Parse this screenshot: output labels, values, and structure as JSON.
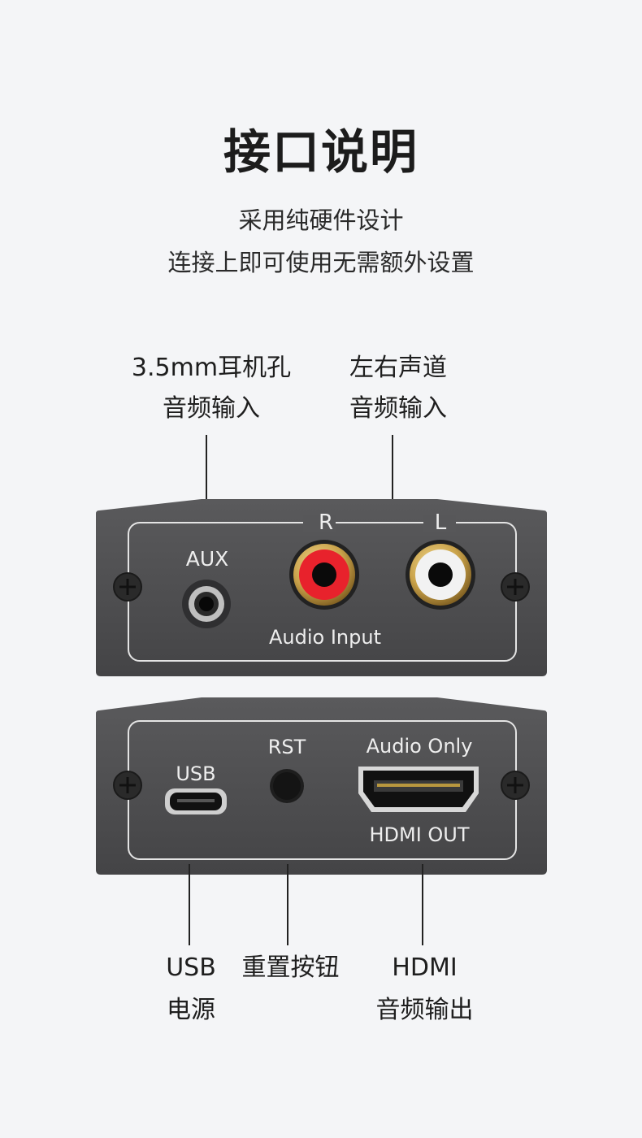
{
  "header": {
    "title": "接口说明",
    "subtitle_line1": "采用纯硬件设计",
    "subtitle_line2": "连接上即可使用无需额外设置"
  },
  "top_callouts": {
    "aux": {
      "line1": "3.5mm耳机孔",
      "line2": "音频输入"
    },
    "rca": {
      "line1": "左右声道",
      "line2": "音频输入"
    }
  },
  "front_panel": {
    "aux_label": "AUX",
    "r_label": "R",
    "l_label": "L",
    "audio_input_label": "Audio Input"
  },
  "back_panel": {
    "usb_label": "USB",
    "rst_label": "RST",
    "audio_only_label": "Audio Only",
    "hdmi_out_label": "HDMI OUT"
  },
  "bottom_callouts": {
    "usb": {
      "line1": "USB",
      "line2": "电源"
    },
    "reset": {
      "line1": "重置按钮"
    },
    "hdmi": {
      "line1": "HDMI",
      "line2": "音频输出"
    }
  },
  "colors": {
    "background": "#f4f5f7",
    "panel": "#4a4a4c",
    "rca_right": "#e8222c",
    "rca_left": "#f2f2f2",
    "gold_ring": "#c9a24a"
  }
}
